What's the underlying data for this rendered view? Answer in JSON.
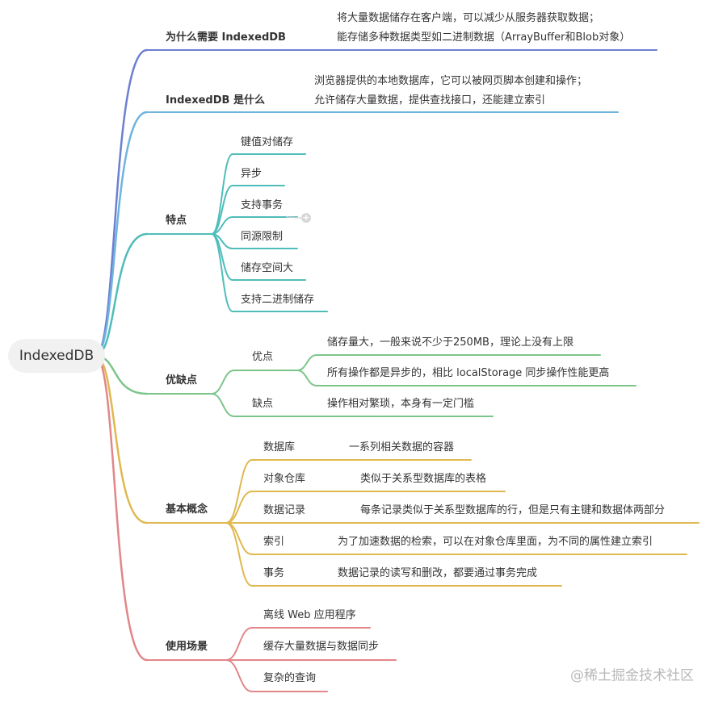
{
  "root": "IndexedDB",
  "watermark": "@稀土掘金技术社区",
  "branches": [
    {
      "title": "为什么需要 IndexedDB",
      "color": "#6c7fd1",
      "children": [
        {
          "label": "将大量数据储存在客户端，可以减少从服务器获取数据；"
        },
        {
          "label": "能存储多种数据类型如二进制数据（ArrayBuffer和Blob对象）"
        }
      ]
    },
    {
      "title": "IndexedDB 是什么",
      "color": "#6fb4dd",
      "children": [
        {
          "label": "浏览器提供的本地数据库，它可以被网页脚本创建和操作；"
        },
        {
          "label": "允许储存大量数据，提供查找接口，还能建立索引"
        }
      ]
    },
    {
      "title": "特点",
      "color": "#4fbdb9",
      "children": [
        {
          "label": "键值对储存"
        },
        {
          "label": "异步"
        },
        {
          "label": "支持事务"
        },
        {
          "label": "同源限制"
        },
        {
          "label": "储存空间大"
        },
        {
          "label": "支持二进制储存"
        }
      ]
    },
    {
      "title": "优缺点",
      "color": "#7cc58a",
      "children": [
        {
          "label": "优点",
          "children": [
            {
              "label": "储存量大，一般来说不少于250MB，理论上没有上限"
            },
            {
              "label": "所有操作都是异步的，相比 localStorage 同步操作性能更高"
            }
          ]
        },
        {
          "label": "缺点",
          "children": [
            {
              "label": "操作相对繁琐，本身有一定门槛"
            }
          ]
        }
      ]
    },
    {
      "title": "基本概念",
      "color": "#e0b850",
      "children": [
        {
          "label": "数据库",
          "desc": "一系列相关数据的容器"
        },
        {
          "label": "对象仓库",
          "desc": "类似于关系型数据库的表格"
        },
        {
          "label": "数据记录",
          "desc": "每条记录类似于关系型数据库的行，但是只有主键和数据体两部分"
        },
        {
          "label": "索引",
          "desc": "为了加速数据的检索，可以在对象仓库里面，为不同的属性建立索引"
        },
        {
          "label": "事务",
          "desc": "数据记录的读写和删改，都要通过事务完成"
        }
      ]
    },
    {
      "title": "使用场景",
      "color": "#e2868a",
      "children": [
        {
          "label": "离线 Web 应用程序"
        },
        {
          "label": "缓存大量数据与数据同步"
        },
        {
          "label": "复杂的查询"
        }
      ]
    }
  ]
}
